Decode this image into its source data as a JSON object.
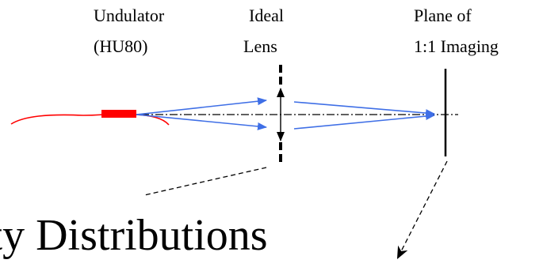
{
  "labels": {
    "undulator_line1": "Undulator",
    "undulator_line2": "(HU80)",
    "lens_line1": "Ideal",
    "lens_line2": "Lens",
    "plane_line1": "Plane of",
    "plane_line2": "1:1 Imaging",
    "caption": "ity Distributions"
  },
  "colors": {
    "beam_trajectory": "#ff0000",
    "undulator": "#ff0000",
    "rays": "#3f6fe6",
    "lines": "#000000"
  }
}
